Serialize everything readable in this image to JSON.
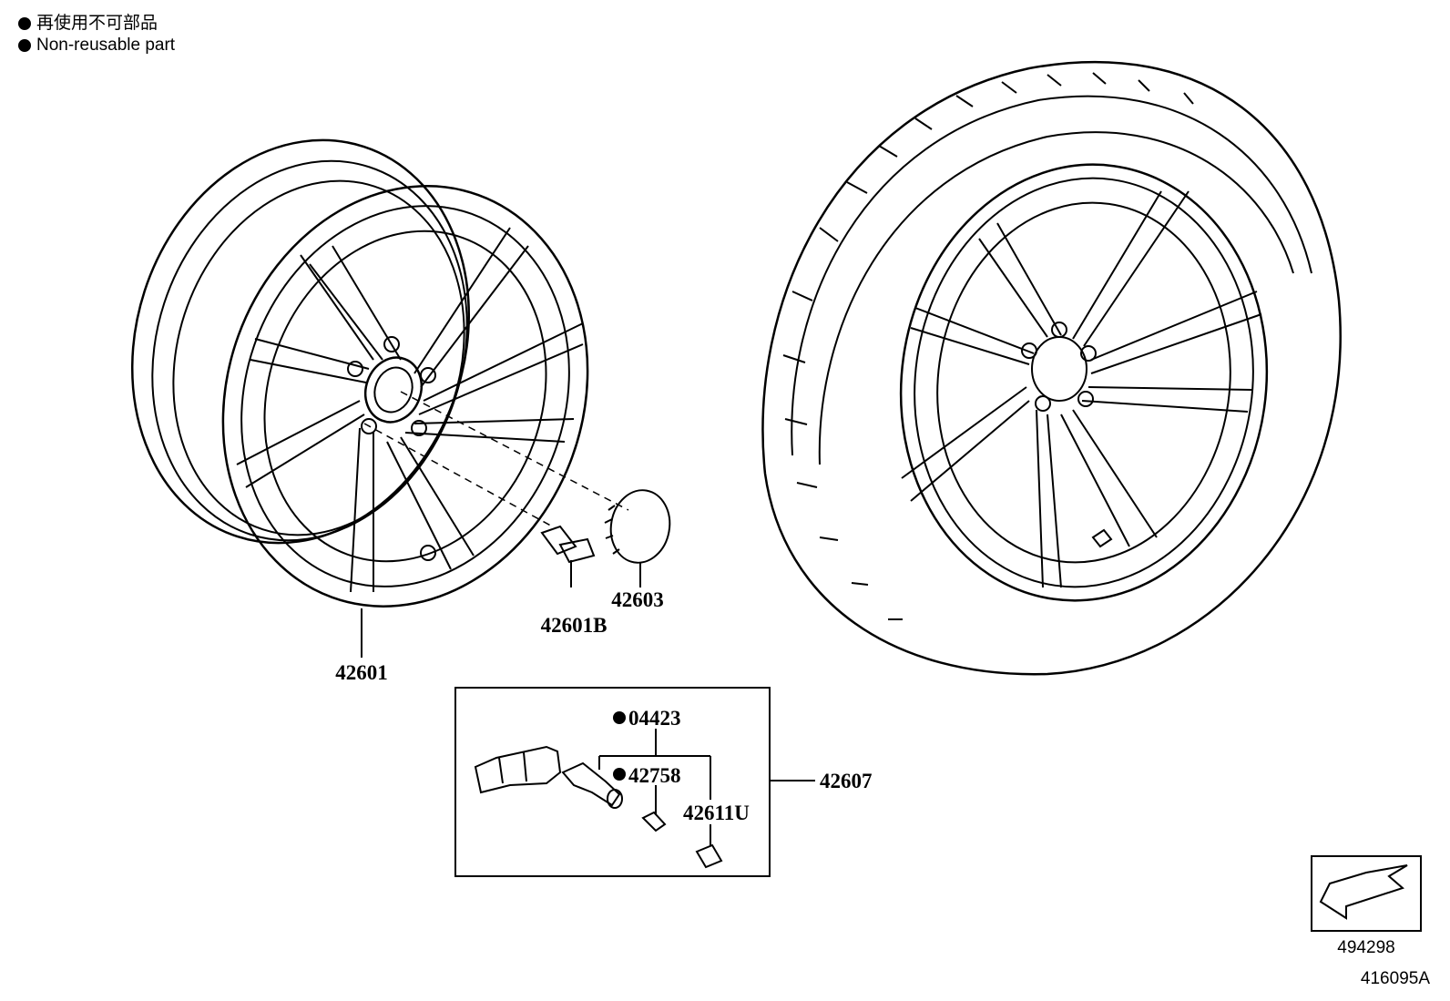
{
  "legend": {
    "line1": "再使用不可部品",
    "line2": "Non-reusable part"
  },
  "parts": {
    "wheel": "42601",
    "hub_bolt": "42601B",
    "center_cap": "42603",
    "tpms_kit": "42607",
    "gasket": "04423",
    "valve_core": "42758",
    "valve_cap": "42611U"
  },
  "reference": {
    "box_number": "494298",
    "figure_number": "416095A"
  }
}
